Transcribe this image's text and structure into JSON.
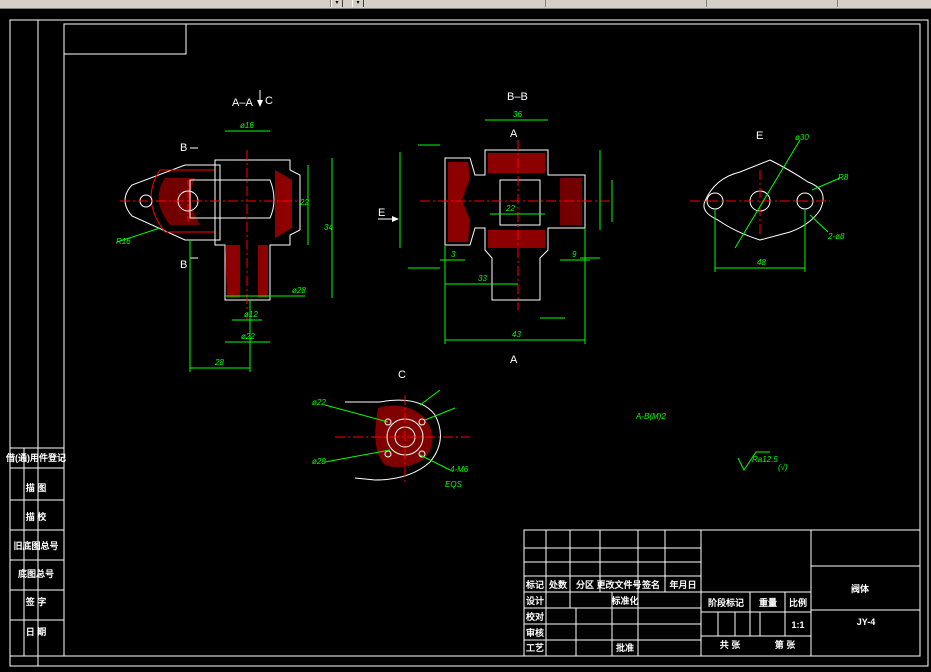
{
  "colors": {
    "background": "#000000",
    "frame": "#ffffff",
    "outline": "#ffffff",
    "dimension": "#00ff00",
    "centerline": "#ff0000",
    "hatch": "#ff0000",
    "text": "#ffffff"
  },
  "views": {
    "section_aa": {
      "label": "A–A",
      "arrow_label": "C",
      "label_b1": "B",
      "label_b2": "B",
      "dims": [
        "ø16",
        "ø28",
        "ø12",
        "ø22",
        "28",
        "R16",
        "34",
        "22"
      ]
    },
    "section_bb": {
      "label": "B–B",
      "a_top": "A",
      "a_bottom": "A",
      "e_label": "E",
      "dims": [
        "36",
        "33",
        "43",
        "22",
        "9",
        "3"
      ]
    },
    "view_e": {
      "label": "E",
      "dims": [
        "ø30",
        "R8",
        "2-ø8",
        "48"
      ]
    },
    "view_c": {
      "label": "C",
      "dims": [
        "ø22",
        "ø28",
        "4-M6",
        "EQS"
      ]
    },
    "surface_note": "Ra12.5",
    "surface_symbol": "(√)",
    "small_note": "A-B(M)2"
  },
  "left_strip": {
    "labels": [
      "借(通)用件登记",
      "描 图",
      "描 校",
      "旧底图总号",
      "底图总号",
      "签 字",
      "日 期"
    ]
  },
  "title_block": {
    "header_labels": [
      "标记",
      "处数",
      "分区",
      "更改文件号",
      "签名",
      "年月日"
    ],
    "row_labels": [
      "设计",
      "校对",
      "审核",
      "工艺"
    ],
    "std_label": "标准化",
    "approve_label": "批准",
    "stage_label": "阶段标记",
    "weight_label": "重量",
    "scale_label": "比例",
    "scale_value": "1:1",
    "sheets_total": "共 张",
    "sheet_no": "第 张",
    "part_name": "阀体",
    "drawing_no": "JY-4"
  }
}
